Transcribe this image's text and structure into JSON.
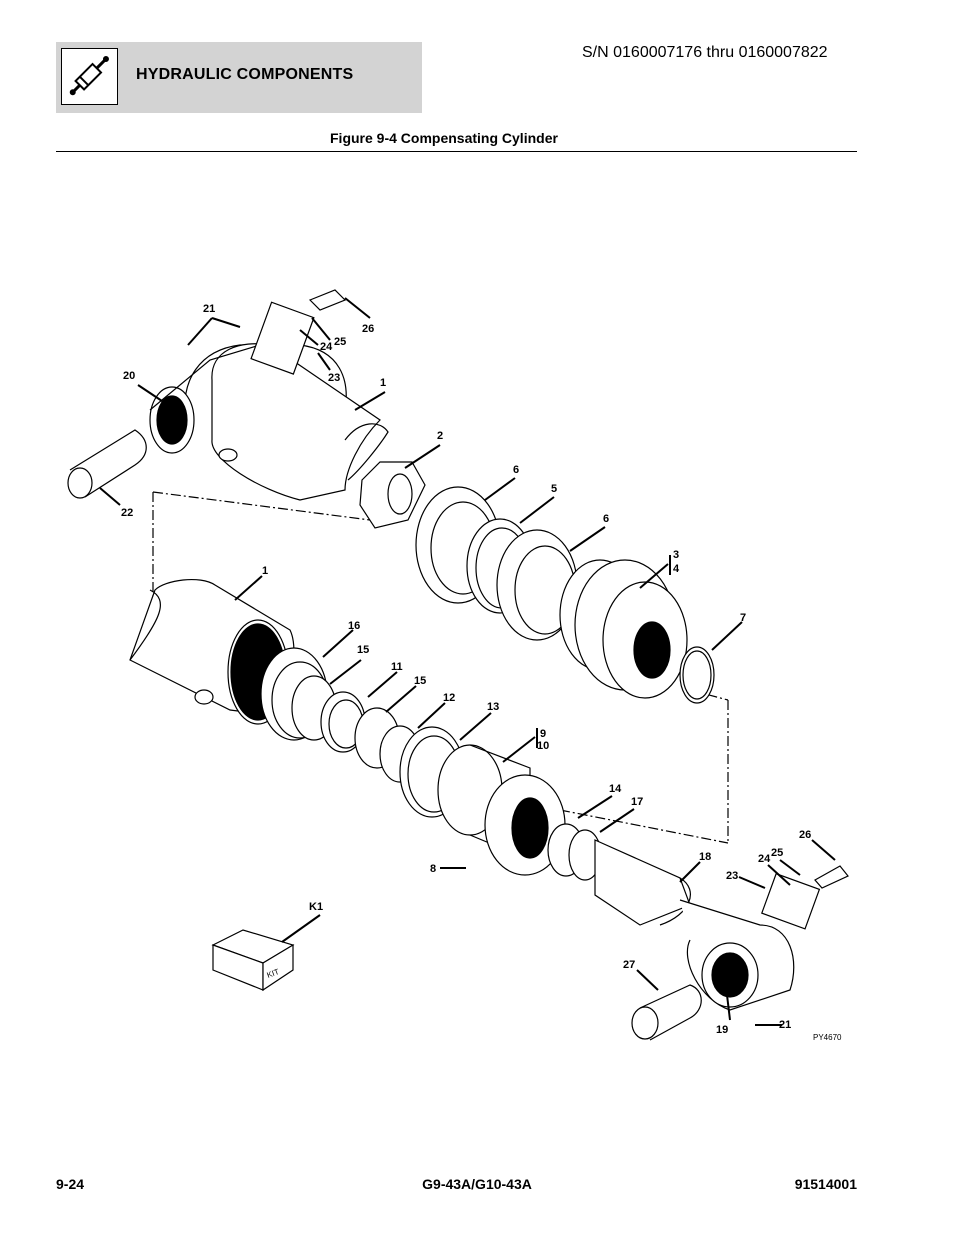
{
  "header": {
    "section_title": "HYDRAULIC COMPONENTS",
    "serial_range": "S/N 0160007176 thru 0160007822",
    "icon": "hydraulic-cylinder-icon"
  },
  "figure": {
    "title": "Figure 9-4 Compensating Cylinder",
    "drawing_id": "PY4670",
    "kit_label": "KIT",
    "callouts": {
      "c1a": "1",
      "c1b": "1",
      "c2": "2",
      "c3": "3",
      "c4": "4",
      "c5": "5",
      "c6a": "6",
      "c6b": "6",
      "c7": "7",
      "c8": "8",
      "c9": "9",
      "c10": "10",
      "c11": "11",
      "c12": "12",
      "c13": "13",
      "c14": "14",
      "c15a": "15",
      "c15b": "15",
      "c16": "16",
      "c17": "17",
      "c18": "18",
      "c19": "19",
      "c20": "20",
      "c21a": "21",
      "c21b": "21",
      "c22": "22",
      "c23a": "23",
      "c23b": "23",
      "c24a": "24",
      "c24b": "24",
      "c25a": "25",
      "c25b": "25",
      "c26a": "26",
      "c26b": "26",
      "c27": "27",
      "ck1": "K1"
    }
  },
  "footer": {
    "page_number": "9-24",
    "model": "G9-43A/G10-43A",
    "part_number": "91514001"
  }
}
